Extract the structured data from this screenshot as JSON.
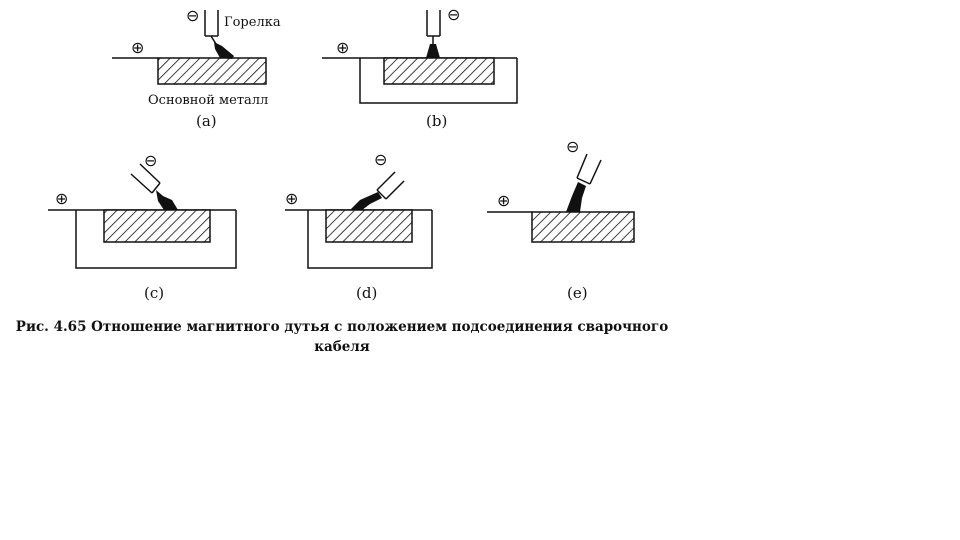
{
  "figure": {
    "torch_label": "Горелка",
    "base_metal_label": "Основной металл",
    "plus_sign": "⊕",
    "minus_sign": "⊖",
    "panels": [
      {
        "id": "a",
        "label": "(a)"
      },
      {
        "id": "b",
        "label": "(b)"
      },
      {
        "id": "c",
        "label": "(c)"
      },
      {
        "id": "d",
        "label": "(d)"
      },
      {
        "id": "e",
        "label": "(e)"
      }
    ]
  },
  "caption": {
    "line1": "Рис. 4.65  Отношение магнитного дутья с положением подсоединения сварочного",
    "line2": "кабеля"
  }
}
